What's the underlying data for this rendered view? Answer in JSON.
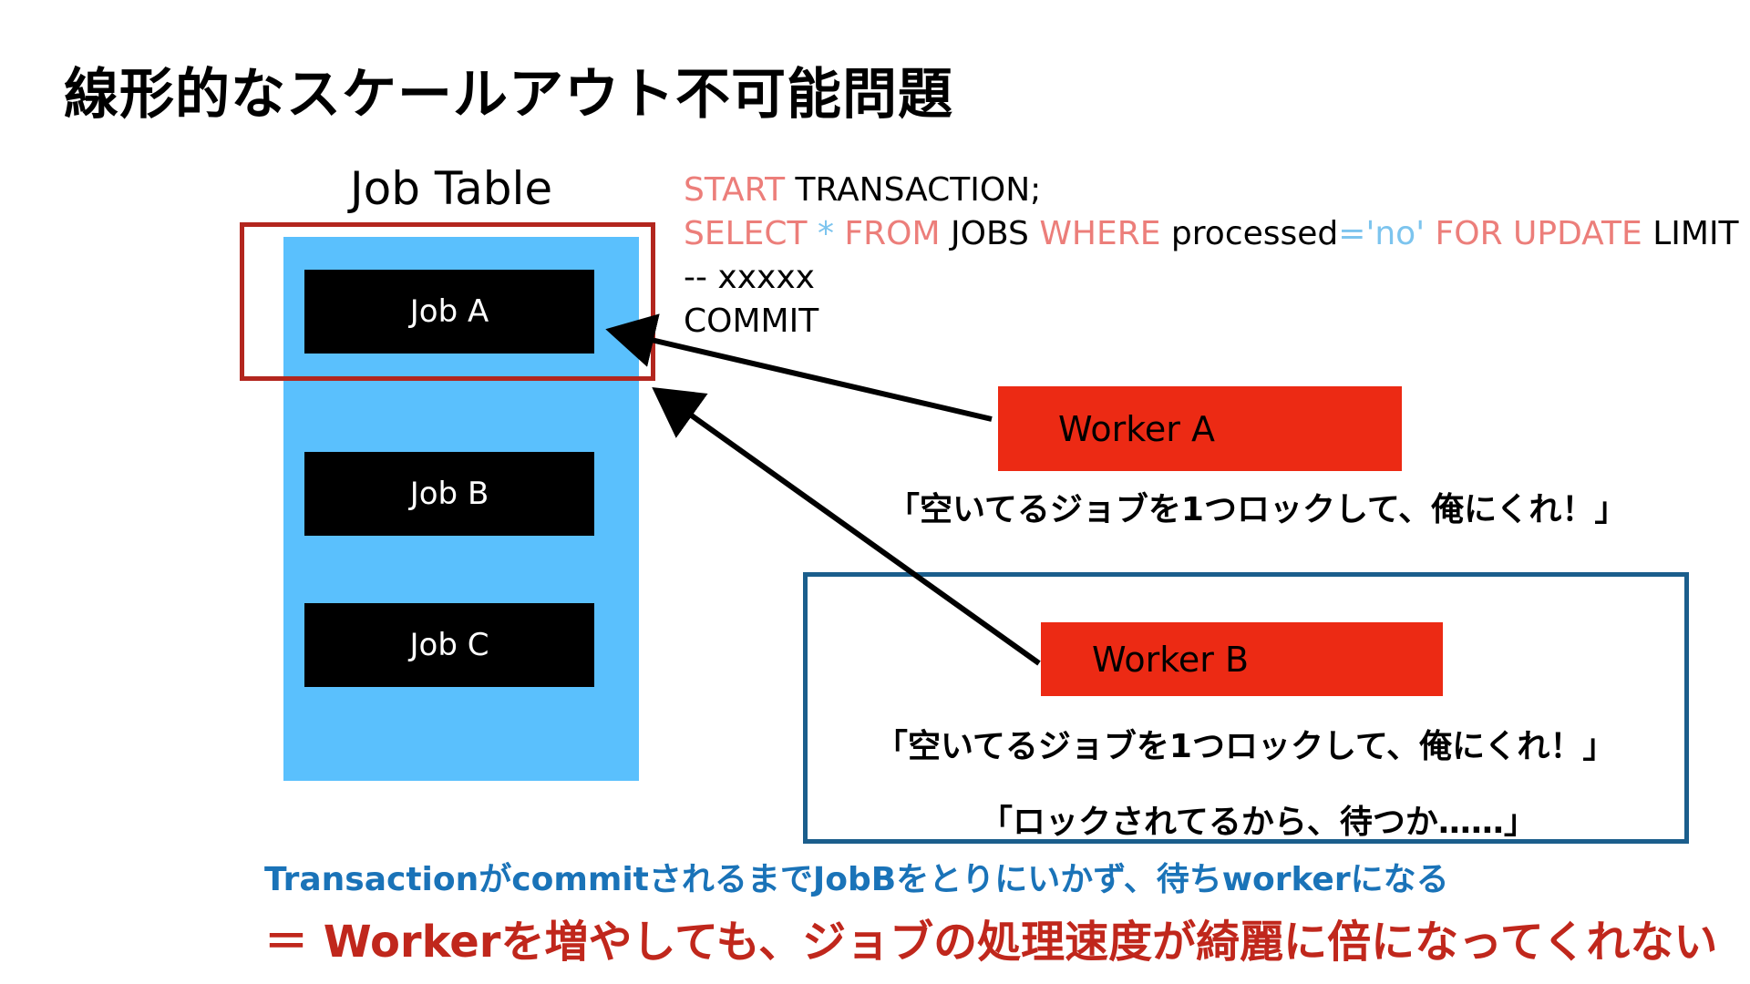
{
  "title": "線形的なスケールアウト不可能問題",
  "job_table": {
    "label": "Job Table",
    "jobs": [
      "Job A",
      "Job B",
      "Job C"
    ]
  },
  "sql": {
    "line1": {
      "kw": "START",
      "rest": " TRANSACTION;"
    },
    "line2": {
      "select": "SELECT",
      "star": " * ",
      "from": "FROM",
      "table": " JOBS ",
      "where": "WHERE",
      "col": " processed",
      "eq": "=",
      "val": "'no'",
      "for_update": " FOR UPDATE",
      "limit": " LIMIT"
    },
    "line3": "-- xxxxx",
    "line4": "COMMIT"
  },
  "workers": {
    "a": {
      "label": "Worker  A",
      "speech": "「空いてるジョブを1つロックして、俺にくれ！」"
    },
    "b": {
      "label": "Worker  B",
      "speech": "「空いてるジョブを1つロックして、俺にくれ！」",
      "speech2": "「ロックされてるから、待つか……」"
    }
  },
  "notes": {
    "blue": "TransactionがcommitされるまでJobBをとりにいかず、待ちworkerになる",
    "red": "＝ Workerを増やしても、ジョブの処理速度が綺麗に倍になってくれない"
  },
  "colors": {
    "table_bg": "#5ac0fd",
    "worker_bg": "#ec2a14",
    "lock_border": "#b3261e",
    "wait_border": "#1b5e8c",
    "sql_keyword": "#ec7e7a",
    "sql_operator": "#7cc4ee",
    "note_blue": "#1a73b8",
    "note_red": "#c0271c"
  }
}
